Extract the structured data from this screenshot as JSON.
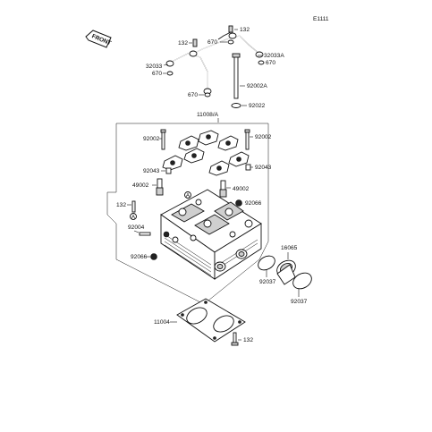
{
  "diagram_code": "E1111",
  "front_label": "FRONT",
  "top_labels": {
    "l132_top_left": "132",
    "l132_top_right": "132",
    "l670_a": "670",
    "l670_b": "670",
    "l670_c": "670",
    "l670_d": "670",
    "l32033": "32033",
    "l32033a": "32033A",
    "l92002a": "92002A",
    "l92022": "92022"
  },
  "main_labels": {
    "l11008a": "11008/A",
    "l92002_left": "92002",
    "l92002_right": "92002",
    "l92043_left": "92043",
    "l92043_right": "92043",
    "l49002_left": "49002",
    "l49002_right": "49002",
    "l92066_right": "92066",
    "l132_left": "132",
    "l92004": "92004",
    "l92066_left": "92066",
    "l16065": "16065",
    "l92037_a": "92037",
    "l92037_b": "92037",
    "l11004": "11004",
    "l132_bottom": "132",
    "marker_a1": "A",
    "marker_a2": "A"
  }
}
